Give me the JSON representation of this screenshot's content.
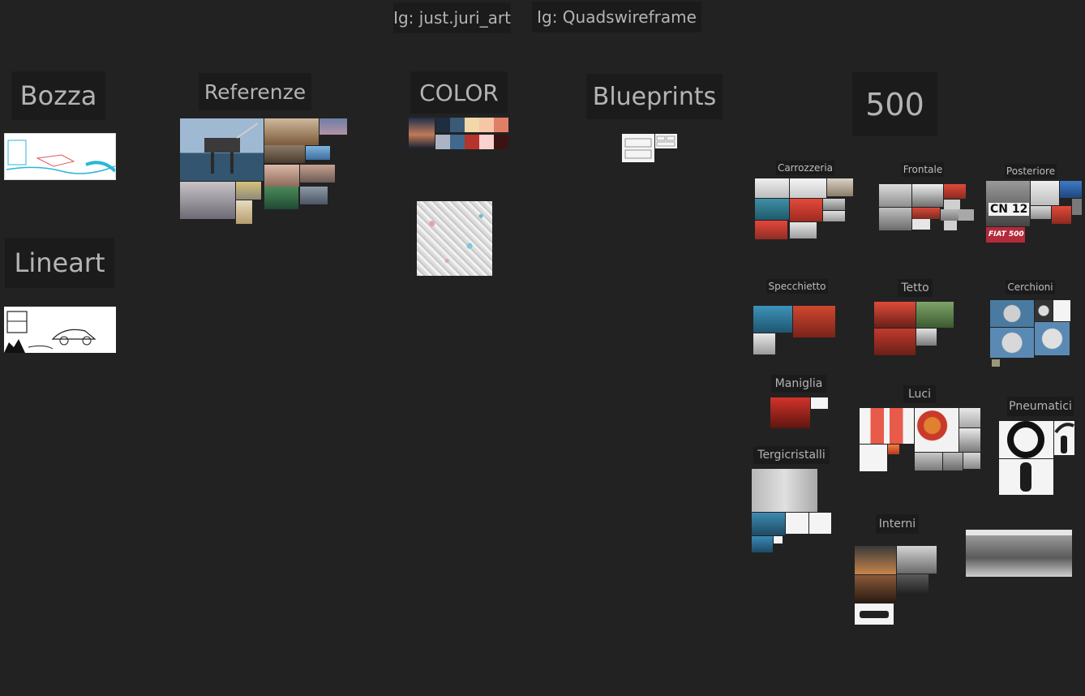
{
  "headers": {
    "ig_juri": "Ig: just.juri_art",
    "ig_quads": "Ig: Quadswireframe"
  },
  "sections": {
    "bozza": "Bozza",
    "lineart": "Lineart",
    "referenze": "Referenze",
    "color": "COLOR",
    "blueprints": "Blueprints",
    "model": "500"
  },
  "groups": {
    "carrozzeria": "Carrozzeria",
    "frontale": "Frontale",
    "posteriore": "Posteriore",
    "specchietto": "Specchietto",
    "tetto": "Tetto",
    "cerchioni": "Cerchioni",
    "maniglia": "Maniglia",
    "luci": "Luci",
    "pneumatici": "Pneumatici",
    "tergicristalli": "Tergicristalli",
    "interni": "Interni"
  },
  "plates": {
    "cn": "CN 12",
    "fiat": "FIAT 500"
  },
  "palette": {
    "row1": [
      "#1e2d40",
      "#3a5a78",
      "#f2d8a8",
      "#f6c7a6",
      "#e07f68"
    ],
    "row2": [
      "#aab4c4",
      "#3f6a8d",
      "#b5342c",
      "#f9d2cf",
      "#3a1414"
    ]
  }
}
